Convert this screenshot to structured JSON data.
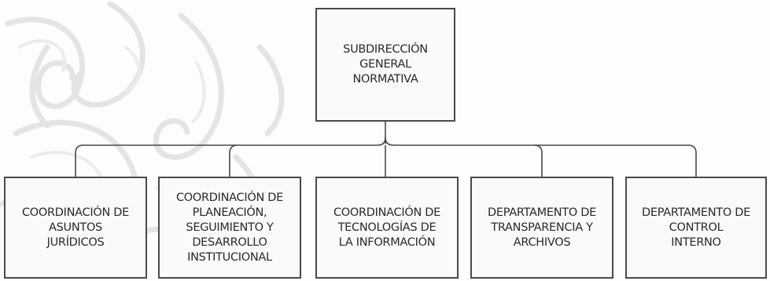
{
  "org_chart": {
    "root": {
      "label": "SUBDIRECCIÓN\nGENERAL\nNORMATIVA"
    },
    "children": [
      {
        "label": "COORDINACIÓN DE\nASUNTOS\nJURÍDICOS"
      },
      {
        "label": "COORDINACIÓN DE\nPLANEACIÓN,\nSEGUIMIENTO Y\nDESARROLLO\nINSTITUCIONAL"
      },
      {
        "label": "COORDINACIÓN DE\nTECNOLOGÍAS DE\nLA INFORMACIÓN"
      },
      {
        "label": "DEPARTAMENTO DE\nTRANSPARENCIA Y\nARCHIVOS"
      },
      {
        "label": "DEPARTAMENTO DE\nCONTROL\nINTERNO"
      }
    ]
  },
  "colors": {
    "box_border": "#4a4a4a",
    "line": "#4a4a4a",
    "text": "#2a2a2a",
    "watermark": "#e3e3e3"
  }
}
